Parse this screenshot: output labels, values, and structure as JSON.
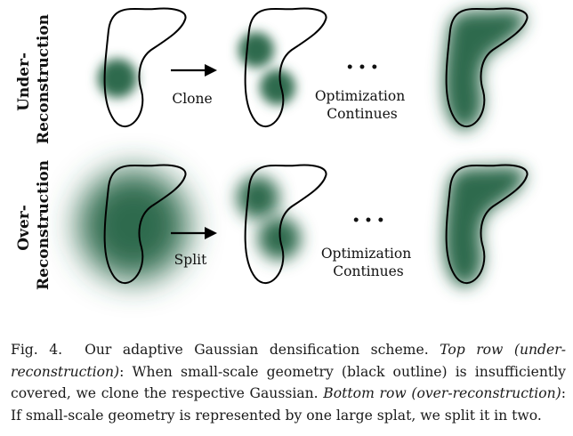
{
  "rows": {
    "top_label_1": "Under-",
    "top_label_2": "Reconstruction",
    "bottom_label_1": "Over-",
    "bottom_label_2": "Reconstruction"
  },
  "steps": {
    "clone": "Clone",
    "split": "Split",
    "ellipsis": "• • •",
    "optimization_1": "Optimization",
    "optimization_2": "Continues"
  },
  "colors": {
    "gaussian": "#2e6b4d",
    "outline": "#000000",
    "text": "#111111"
  },
  "caption": {
    "label": "Fig. 4.",
    "title": "Our adaptive Gaussian densification scheme.",
    "top_row_label": "Top row (under-reconstruction)",
    "top_row_text": ": When small-scale geometry (black outline) is insufficiently covered, we clone the respective Gaussian.",
    "bottom_row_label": "Bottom row (over-reconstruction)",
    "bottom_row_text": ": If small-scale geometry is represented by one large splat, we split it in two."
  }
}
